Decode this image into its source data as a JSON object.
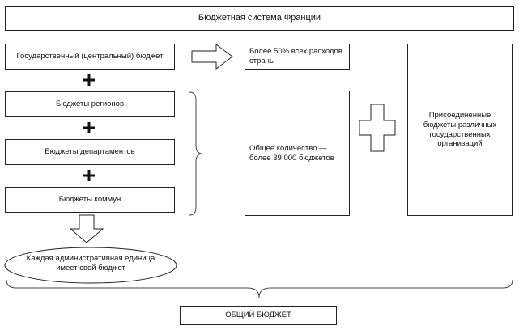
{
  "title": "Бюджетная система Франции",
  "state_budget": "Государственный (центральный) бюджет",
  "share_note": "Более 50% всех расходов страны",
  "regions": "Бюджеты регионов",
  "departments": "Бюджеты департаментов",
  "communes": "Бюджеты коммун",
  "total_count": "Общее количество — более 39 000 бюджетов",
  "attached": "Присоединенные бюджеты различных государственных организаций",
  "each_unit": "Каждая административная единица имеет свой бюджет",
  "general_budget": "ОБЩИЙ БЮДЖЕТ",
  "plus_sign": "+"
}
